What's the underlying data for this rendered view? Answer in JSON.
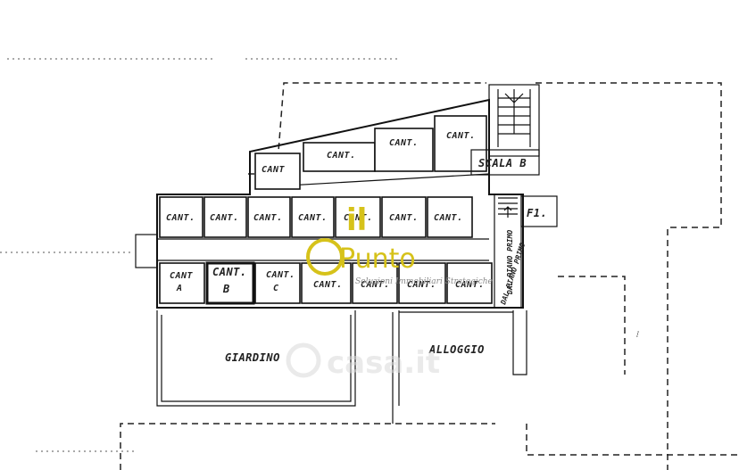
{
  "plan": {
    "rooms_top_diag": [
      "CANT",
      "CANT.",
      "CANT.",
      "CANT."
    ],
    "rooms_row1": [
      "CANT.",
      "CANT.",
      "CANT.",
      "CANT.",
      "CANT.",
      "CANT.",
      "CANT."
    ],
    "rooms_row2": [
      {
        "main": "CANT",
        "sub": "A"
      },
      {
        "main": "CANT.",
        "sub": "B"
      },
      {
        "main": "CANT.",
        "sub": "C"
      },
      {
        "main": "CANT.",
        "sub": ""
      },
      {
        "main": "CANT.",
        "sub": ""
      },
      {
        "main": "CANT.",
        "sub": ""
      },
      {
        "main": "CANT.",
        "sub": ""
      }
    ],
    "scala_label": "SCALA B",
    "f_label": "F1.",
    "stair_label": "DAL PIANO PRIMO",
    "dal_label": "DAL PIANO PRIMO",
    "giardino_label": "GIARDINO",
    "alloggio_label": "ALLOGGIO"
  },
  "logo": {
    "top_text": "il",
    "main_text": "Punto",
    "sub_text": "Soluzioni Immobiliari Strategiche",
    "color": "#d6c21a"
  },
  "watermark": {
    "text": "casa.it"
  }
}
